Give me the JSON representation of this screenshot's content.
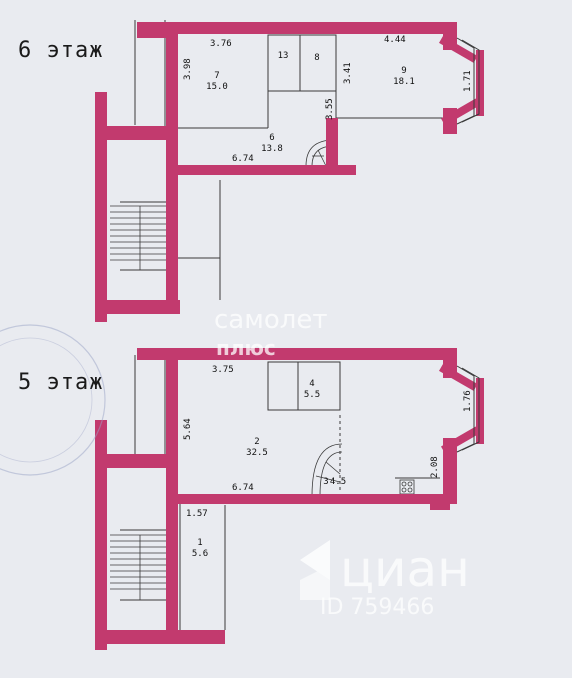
{
  "floors": [
    {
      "label": "6 этаж",
      "dimensions": [
        "3.76",
        "3.98",
        "4.44",
        "3.41",
        "1.71",
        "3.55",
        "6.74"
      ],
      "rooms": [
        {
          "number": "7",
          "area": "15.0"
        },
        {
          "number": "13",
          "area": ""
        },
        {
          "number": "8",
          "area": ""
        },
        {
          "number": "9",
          "area": "18.1"
        },
        {
          "number": "6",
          "area": "13.8"
        }
      ]
    },
    {
      "label": "5 этаж",
      "dimensions": [
        "3.75",
        "5.64",
        "1.76",
        "6.74",
        "2.08",
        "1.57"
      ],
      "rooms": [
        {
          "number": "4",
          "area": "5.5"
        },
        {
          "number": "2",
          "area": "32.5"
        },
        {
          "number": "1",
          "area": "5.6"
        },
        {
          "number": "3",
          "area": "4.5"
        }
      ]
    }
  ],
  "watermarks": {
    "samolet": "самолет",
    "plus": "плюс",
    "cian": "циан",
    "cian_id": "ID 759466"
  },
  "colors": {
    "wall": "#c23a6e",
    "wall_light": "#d65a8a",
    "line": "#3a3a3a",
    "background": "#e9ebf0"
  }
}
